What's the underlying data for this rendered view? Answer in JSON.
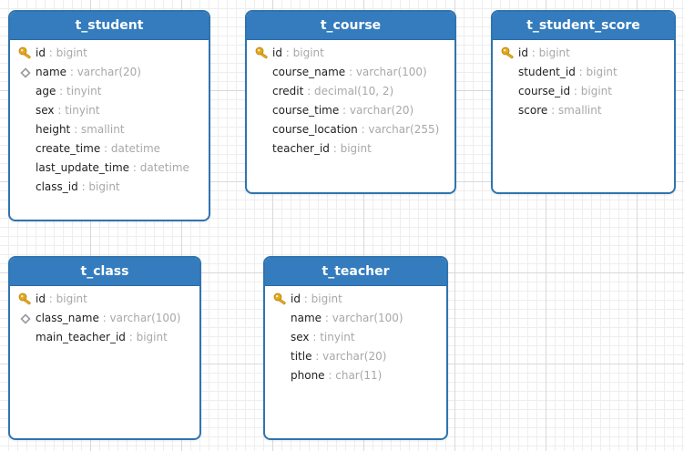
{
  "colors": {
    "header_bg": "#347cbe",
    "border": "#2f74b0",
    "type_text": "#a8a8a8",
    "key_icon": "#e3a81c",
    "index_icon": "#9a9a9a"
  },
  "tables": {
    "student": {
      "name": "t_student",
      "fields": [
        {
          "name": "id",
          "sep": " : ",
          "type": "bigint",
          "icon": "primary-key-icon"
        },
        {
          "name": "name",
          "sep": " : ",
          "type": "varchar(20)",
          "icon": "index-diamond-icon"
        },
        {
          "name": "age",
          "sep": " : ",
          "type": "tinyint"
        },
        {
          "name": "sex",
          "sep": " : ",
          "type": "tinyint"
        },
        {
          "name": "height",
          "sep": " : ",
          "type": "smallint"
        },
        {
          "name": "create_time",
          "sep": " : ",
          "type": "datetime"
        },
        {
          "name": "last_update_time",
          "sep": " : ",
          "type": "datetime"
        },
        {
          "name": "class_id",
          "sep": " : ",
          "type": "bigint"
        }
      ]
    },
    "course": {
      "name": "t_course",
      "fields": [
        {
          "name": "id",
          "sep": " : ",
          "type": "bigint",
          "icon": "primary-key-icon"
        },
        {
          "name": "course_name",
          "sep": " : ",
          "type": "varchar(100)"
        },
        {
          "name": "credit",
          "sep": " : ",
          "type": "decimal(10, 2)"
        },
        {
          "name": "course_time",
          "sep": " : ",
          "type": "varchar(20)"
        },
        {
          "name": "course_location",
          "sep": " : ",
          "type": "varchar(255)"
        },
        {
          "name": "teacher_id",
          "sep": " : ",
          "type": "bigint"
        }
      ]
    },
    "student_score": {
      "name": "t_student_score",
      "fields": [
        {
          "name": "id",
          "sep": " : ",
          "type": "bigint",
          "icon": "primary-key-icon"
        },
        {
          "name": "student_id",
          "sep": " : ",
          "type": "bigint"
        },
        {
          "name": "course_id",
          "sep": " : ",
          "type": "bigint"
        },
        {
          "name": "score",
          "sep": " : ",
          "type": "smallint"
        }
      ]
    },
    "class": {
      "name": "t_class",
      "fields": [
        {
          "name": "id",
          "sep": " : ",
          "type": "bigint",
          "icon": "primary-key-icon"
        },
        {
          "name": "class_name",
          "sep": " : ",
          "type": "varchar(100)",
          "icon": "index-diamond-icon"
        },
        {
          "name": "main_teacher_id",
          "sep": " : ",
          "type": "bigint"
        }
      ]
    },
    "teacher": {
      "name": "t_teacher",
      "fields": [
        {
          "name": "id",
          "sep": " : ",
          "type": "bigint",
          "icon": "primary-key-icon"
        },
        {
          "name": "name",
          "sep": " : ",
          "type": "varchar(100)"
        },
        {
          "name": "sex",
          "sep": " : ",
          "type": "tinyint"
        },
        {
          "name": "title",
          "sep": " : ",
          "type": "varchar(20)"
        },
        {
          "name": "phone",
          "sep": " : ",
          "type": "char(11)"
        }
      ]
    }
  }
}
